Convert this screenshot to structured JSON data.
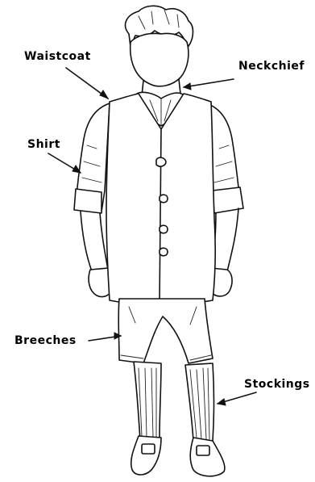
{
  "labels": {
    "waistcoat": "Waistcoat",
    "neckchief": "Neckchief",
    "shirt": "Shirt",
    "breeches": "Breeches",
    "stockings": "Stockings"
  }
}
